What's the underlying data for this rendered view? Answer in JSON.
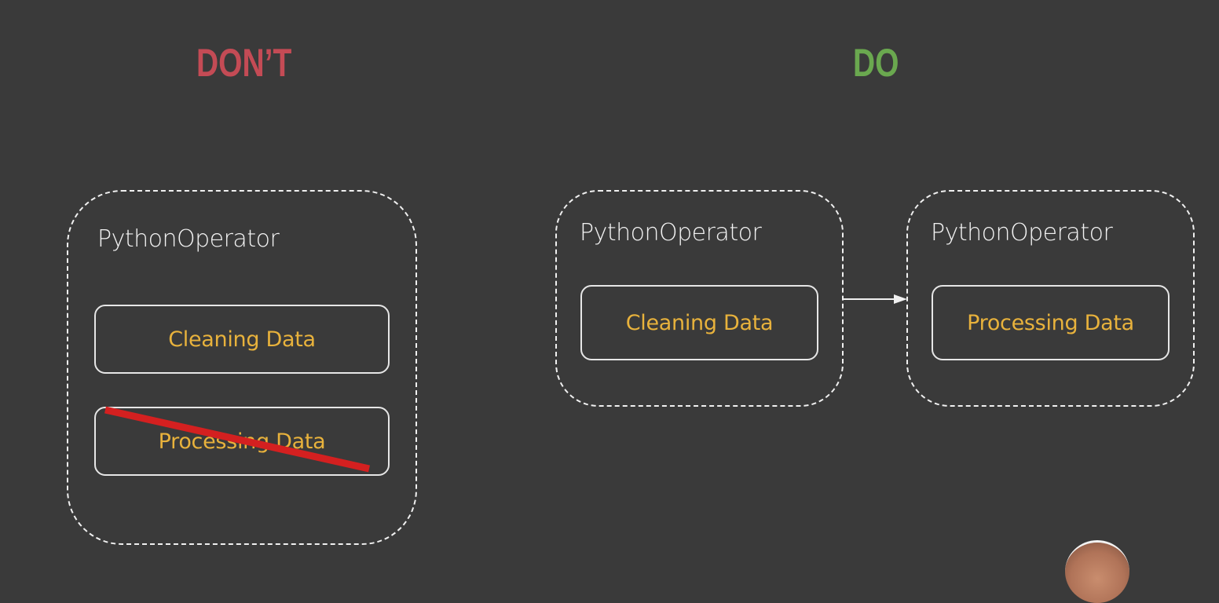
{
  "headings": {
    "dont": "DON’T",
    "do": "DO"
  },
  "dont_panel": {
    "operator_label": "PythonOperator",
    "tasks": [
      "Cleaning Data",
      "Processing Data"
    ]
  },
  "do_panels": [
    {
      "operator_label": "PythonOperator",
      "task": "Cleaning Data"
    },
    {
      "operator_label": "PythonOperator",
      "task": "Processing Data"
    }
  ],
  "colors": {
    "background": "#3a3a3a",
    "dont": "#c44b55",
    "do": "#6aa84f",
    "task_text": "#e8b23c",
    "strike": "#d42020"
  }
}
